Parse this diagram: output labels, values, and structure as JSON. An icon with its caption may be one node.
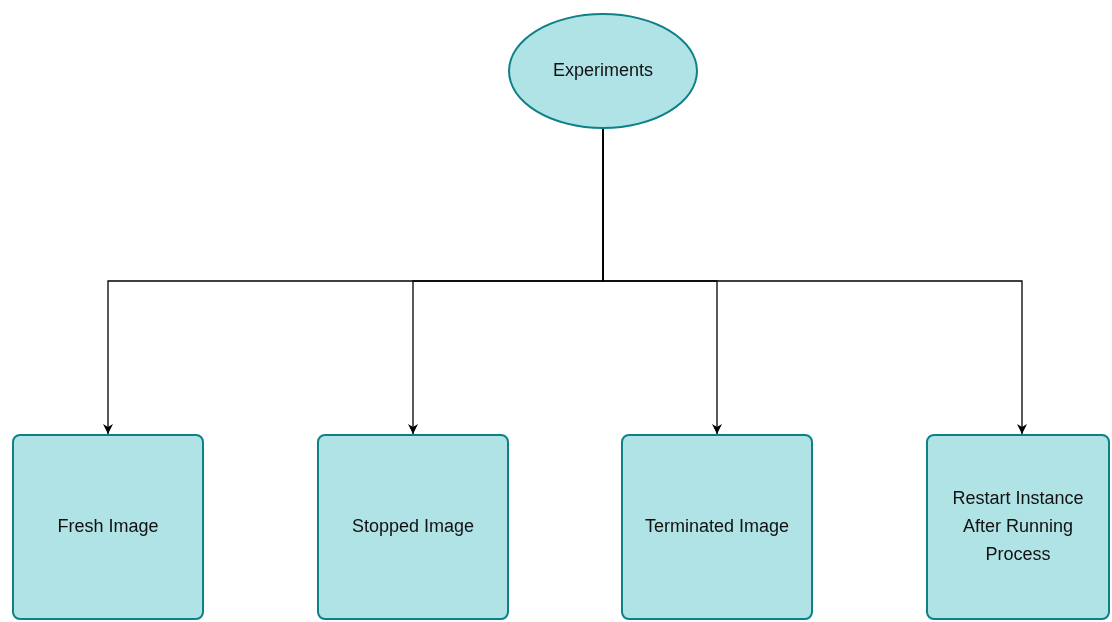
{
  "diagram": {
    "nodes": [
      {
        "text": [
          "Experiments"
        ]
      },
      {
        "text": [
          "Fresh Image"
        ]
      },
      {
        "text": [
          "Stopped Image"
        ]
      },
      {
        "text": [
          "Terminated Image"
        ]
      },
      {
        "text": [
          "Restart Instance After Running Process"
        ]
      }
    ],
    "edges": [
      {
        "from": 0,
        "to": 1,
        "arrow": "to"
      },
      {
        "from": 0,
        "to": 2,
        "arrow": "to"
      },
      {
        "from": 0,
        "to": 3,
        "arrow": "to"
      },
      {
        "from": 0,
        "to": 4,
        "arrow": "to"
      }
    ]
  }
}
